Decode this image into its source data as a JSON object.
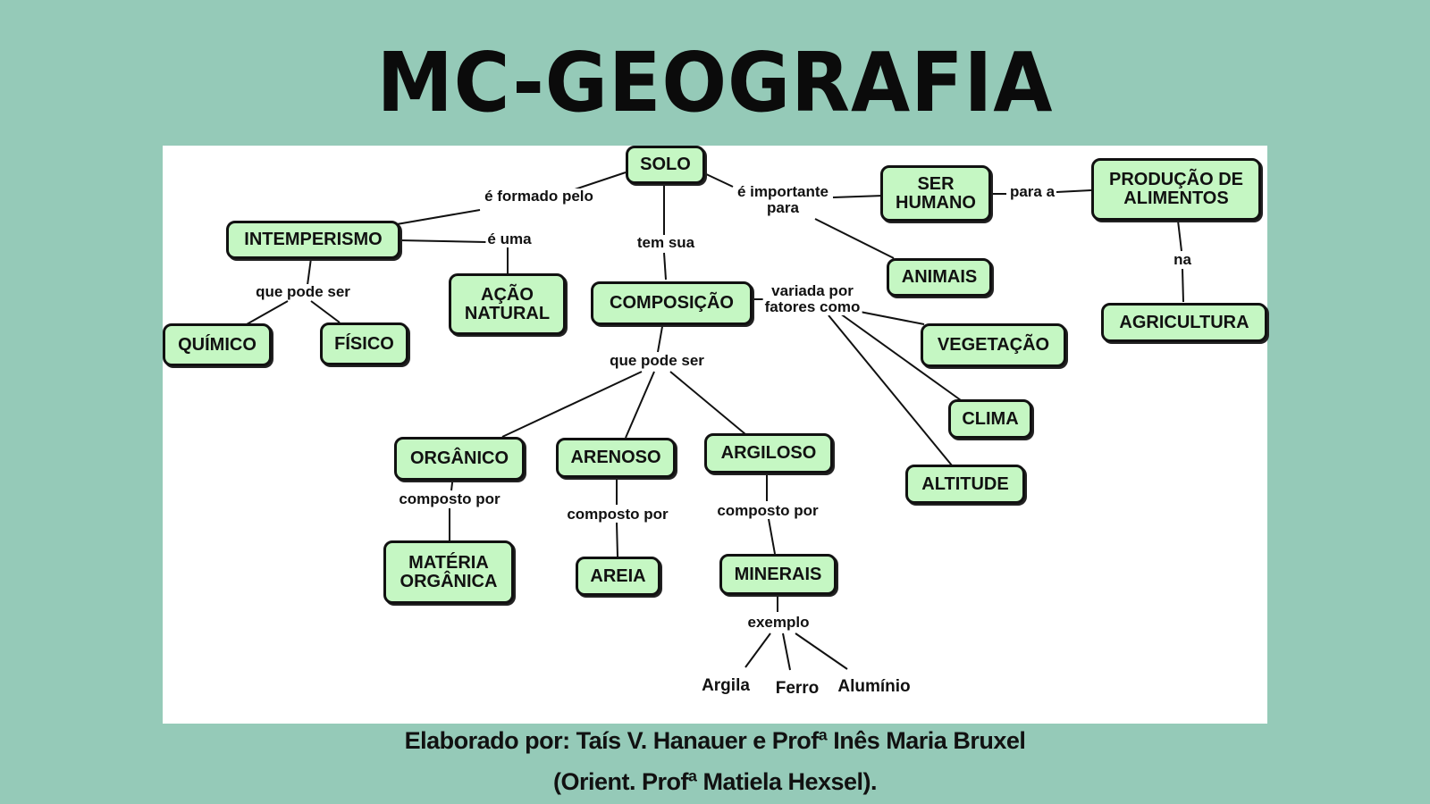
{
  "title": "MC-GEOGRAFIA",
  "concept_map": {
    "nodes": {
      "solo": "SOLO",
      "intemperismo": "INTEMPERISMO",
      "quimico": "QUÍMICO",
      "fisico": "FÍSICO",
      "acao_natural": "AÇÃO\nNATURAL",
      "composicao": "COMPOSIÇÃO",
      "ser_humano": "SER\nHUMANO",
      "producao": "PRODUÇÃO DE\nALIMENTOS",
      "animais": "ANIMAIS",
      "agricultura": "AGRICULTURA",
      "vegetacao": "VEGETAÇÃO",
      "clima": "CLIMA",
      "altitude": "ALTITUDE",
      "organico": "ORGÂNICO",
      "arenoso": "ARENOSO",
      "argiloso": "ARGILOSO",
      "materia_organica": "MATÉRIA\nORGÂNICA",
      "areia": "AREIA",
      "minerais": "MINERAIS"
    },
    "links": {
      "formado_pelo": "é formado pelo",
      "importante_para": "é importante\npara",
      "para_a": "para a",
      "e_uma": "é uma",
      "tem_sua": "tem sua",
      "que_pode_ser_1": "que pode ser",
      "variada_por": "variada por\nfatores como",
      "na": "na",
      "que_pode_ser_2": "que pode ser",
      "composto_por_1": "composto por",
      "composto_por_2": "composto por",
      "composto_por_3": "composto por",
      "exemplo": "exemplo"
    },
    "leaves": {
      "argila": "Argila",
      "ferro": "Ferro",
      "aluminio": "Alumínio"
    }
  },
  "footer": {
    "line1": "Elaborado por: Taís V. Hanauer e Profª Inês  Maria Bruxel",
    "line2": "(Orient. Profª Matiela Hexsel)."
  }
}
